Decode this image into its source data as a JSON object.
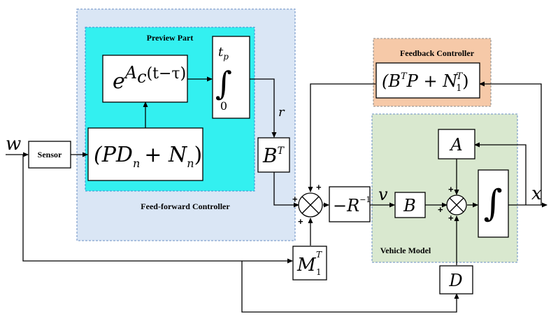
{
  "regions": {
    "preview_title": "Preview Part",
    "feedforward_title": "Feed-forward Controller",
    "feedback_title": "Feedback Controller",
    "vehicle_title": "Vehicle Model"
  },
  "blocks": {
    "sensor": "Sensor",
    "exp_base": "e",
    "exp_sup_a": "A",
    "exp_sup_c": "c",
    "exp_paren": "(t−τ)",
    "pd_main": "(PD",
    "pd_sub1": "n",
    "pd_plus": "+ N",
    "pd_sub2": "n",
    "pd_close": ")",
    "int_upper_t": "t",
    "int_upper_p": "p",
    "int_lower": "0",
    "int_sign": "∫",
    "bt_base": "B",
    "bt_sup": "T",
    "fb_open": "(B",
    "fb_sup1": "T",
    "fb_mid": "P + N",
    "fb_sub": "1",
    "fb_sup2": "T",
    "fb_close": ")",
    "neg_r": "−R",
    "neg_r_sup": "−1",
    "b_block": "B",
    "a_block": "A",
    "d_block": "D",
    "m_base": "M",
    "m_sub": "1",
    "m_sup": "T",
    "plant_int": "∫"
  },
  "signals": {
    "w": "w",
    "r": "r",
    "v": "v",
    "x": "x"
  },
  "signs": {
    "plus": "+"
  },
  "colors": {
    "feedforward_fill": "#dae6f5",
    "preview_fill": "#33f0f0",
    "feedback_fill": "#f6c9a8",
    "vehicle_fill": "#d9e8cf",
    "dash": "#6a8fc4"
  }
}
